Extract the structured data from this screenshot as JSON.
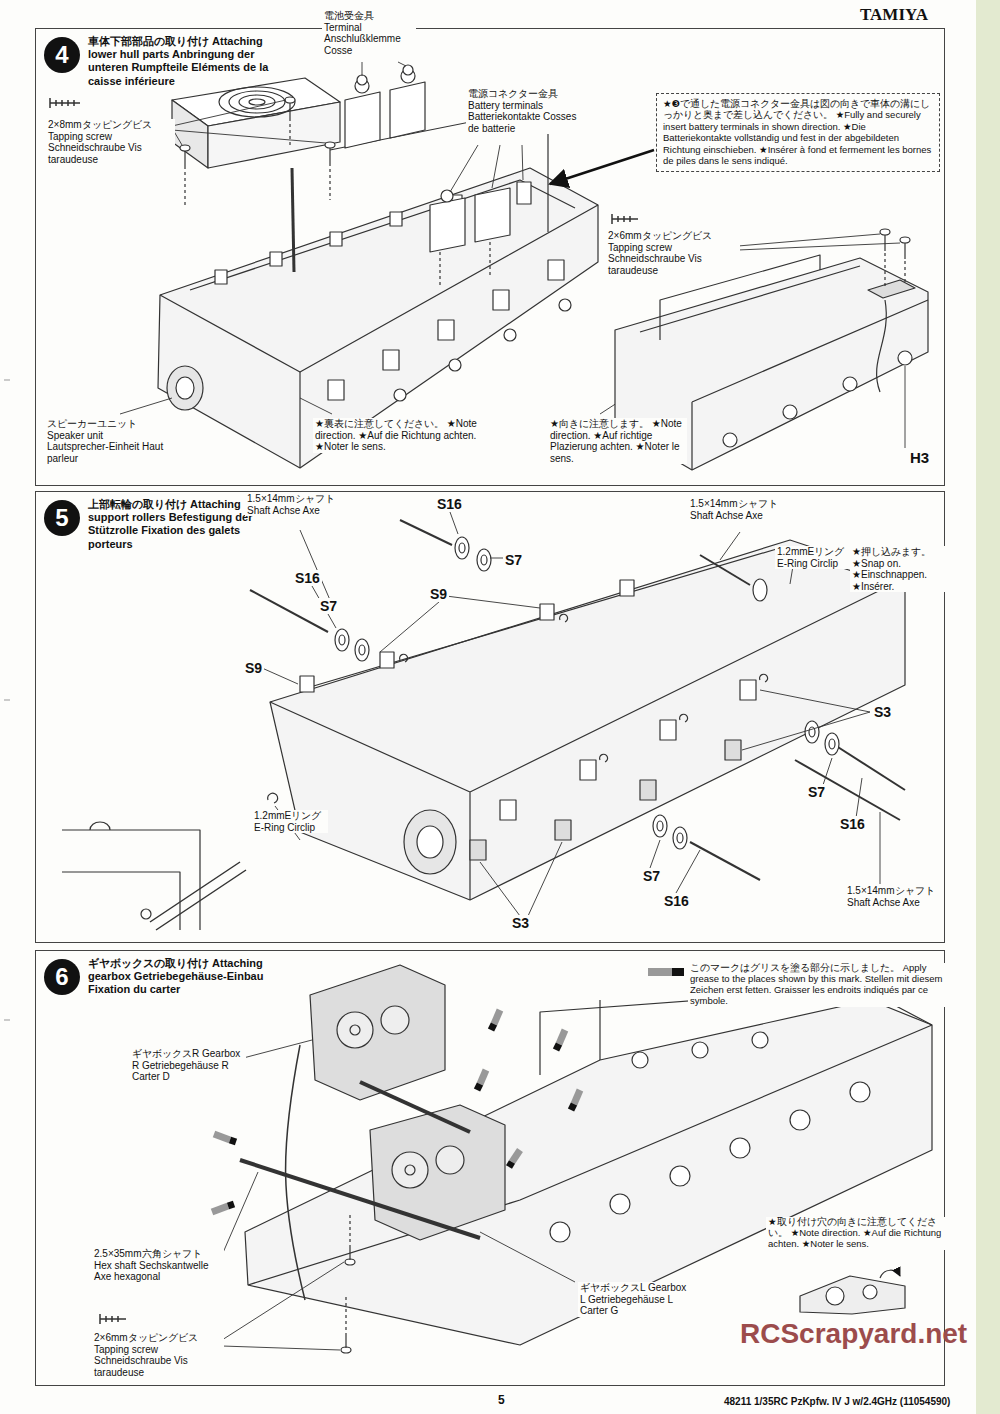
{
  "diagram": {
    "nodes": [
      {
        "text": [
          "車体下部部品の取り付け Attaching lower hull parts Anbringung der unteren Rumpfteile Eléments de la caisse inférieure"
        ]
      },
      {
        "text": [
          "4"
        ],
        "in": 0
      },
      {
        "text": [
          "★❸で通した電源コネクター金具は図の向きで車体の溝にしっかりと奥まで差し込んでください。 ★Fully and securely insert battery terminals in shown direction. ★Die Batteriekontakte vollständig und fest in der abgebildeten Richtung einschieben. ★Insérer à fond et fermement les bornes de piles dans le sens indiqué."
        ],
        "in": 0
      },
      {
        "text": [
          "上部転輪の取り付け Attaching support rollers Befestigung der Stützrolle Fixation des galets porteurs"
        ]
      },
      {
        "text": [
          "5"
        ],
        "in": 3
      },
      {
        "text": [
          "ギヤボックスの取り付け Attaching gearbox Getriebegehäuse-Einbau Fixation du carter"
        ]
      },
      {
        "text": [
          "6"
        ],
        "in": 5
      }
    ],
    "labels": [
      "TAMIYA",
      "2×8mmタッピングビス Tapping screw Schneidschraube Vis taraudeuse",
      "電池受金具 Terminal Anschlußklemme Cosse",
      "電源コネクター金具 Battery terminals Batteriekontakte Cosses de batterie",
      "2×6mmタッピングビス Tapping screw Schneidschraube Vis taraudeuse",
      "スピーカーユニット Speaker unit Lautsprecher-Einheit Haut parleur",
      "★裏表に注意してください。 ★Note direction. ★Auf die Richtung achten. ★Noter le sens.",
      "★向きに注意します。 ★Note direction. ★Auf richtige Plazierung achten. ★Noter le sens.",
      "H3",
      "1.5×14mmシャフト Shaft Achse Axe",
      "S16",
      "S7",
      "S9",
      "1.5×14mmシャフト Shaft Achse Axe",
      "1.2mmEリング E-Ring Circlip",
      "★押し込みます。 ★Snap on. ★Einschnappen. ★Insérer.",
      "S16",
      "S7",
      "S9",
      "S3",
      "S7",
      "S16",
      "1.2mmEリング E-Ring Circlip",
      "S7",
      "S16",
      "S3",
      "1.5×14mmシャフト Shaft Achse Axe",
      "このマークはグリスを塗る部分に示しました。 Apply grease to the places shown by this mark. Stellen mit diesem Zeichen erst fetten. Graisser les endroits indiqués par ce symbole.",
      "ギヤボックスR Gearbox R Getriebegehäuse R Carter D",
      "2.5×35mm六角シャフト Hex shaft Sechskantwelle Axe hexagonal",
      "2×6mmタッピングビス Tapping screw Schneidschraube Vis taraudeuse",
      "ギヤボックスL Gearbox L Getriebegehäuse L Carter G",
      "★取り付け穴の向きに注意してください。 ★Note direction. ★Auf die Richtung achten. ★Noter le sens.",
      "RCScrapyard.net",
      "5",
      "48211 1/35RC PzKpfw. IV J w/2.4GHz (11054590)"
    ]
  }
}
